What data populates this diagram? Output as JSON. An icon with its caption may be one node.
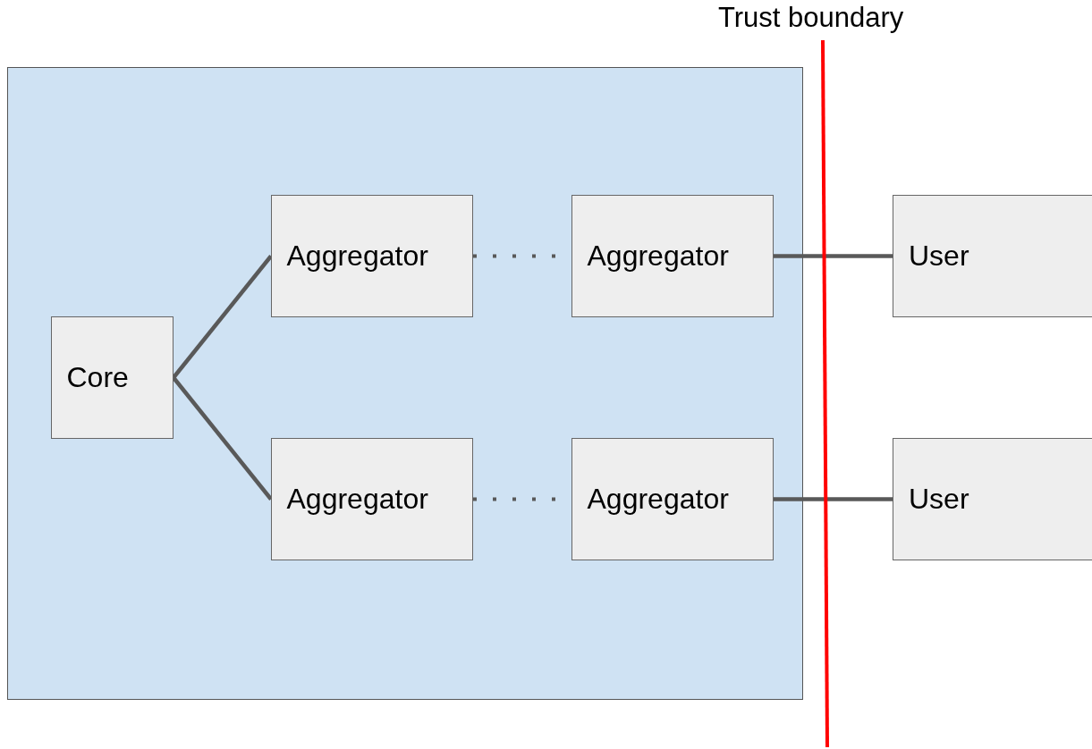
{
  "diagram": {
    "nodes": [
      {
        "text": [],
        "shape": "box"
      },
      {
        "text": [
          "Core"
        ],
        "in": 0
      },
      {
        "text": [
          "Aggregator"
        ],
        "in": 0
      },
      {
        "text": [
          "Aggregator"
        ],
        "in": 0
      },
      {
        "text": [
          "Aggregator"
        ],
        "in": 0
      },
      {
        "text": [
          "Aggregator"
        ],
        "in": 0
      },
      {
        "text": [
          "User"
        ]
      },
      {
        "text": [
          "User"
        ]
      }
    ],
    "edges": [
      {
        "from": 1,
        "to": 2,
        "arrow": "none"
      },
      {
        "from": 2,
        "to": 3,
        "arrow": "none",
        "style": "dashed"
      },
      {
        "from": 1,
        "to": 4,
        "arrow": "none"
      },
      {
        "from": 4,
        "to": 5,
        "arrow": "none",
        "style": "dashed"
      },
      {
        "from": 3,
        "to": 6,
        "arrow": "none"
      },
      {
        "from": 5,
        "to": 7,
        "arrow": "none"
      }
    ],
    "labels": [
      "Trust boundary"
    ]
  }
}
